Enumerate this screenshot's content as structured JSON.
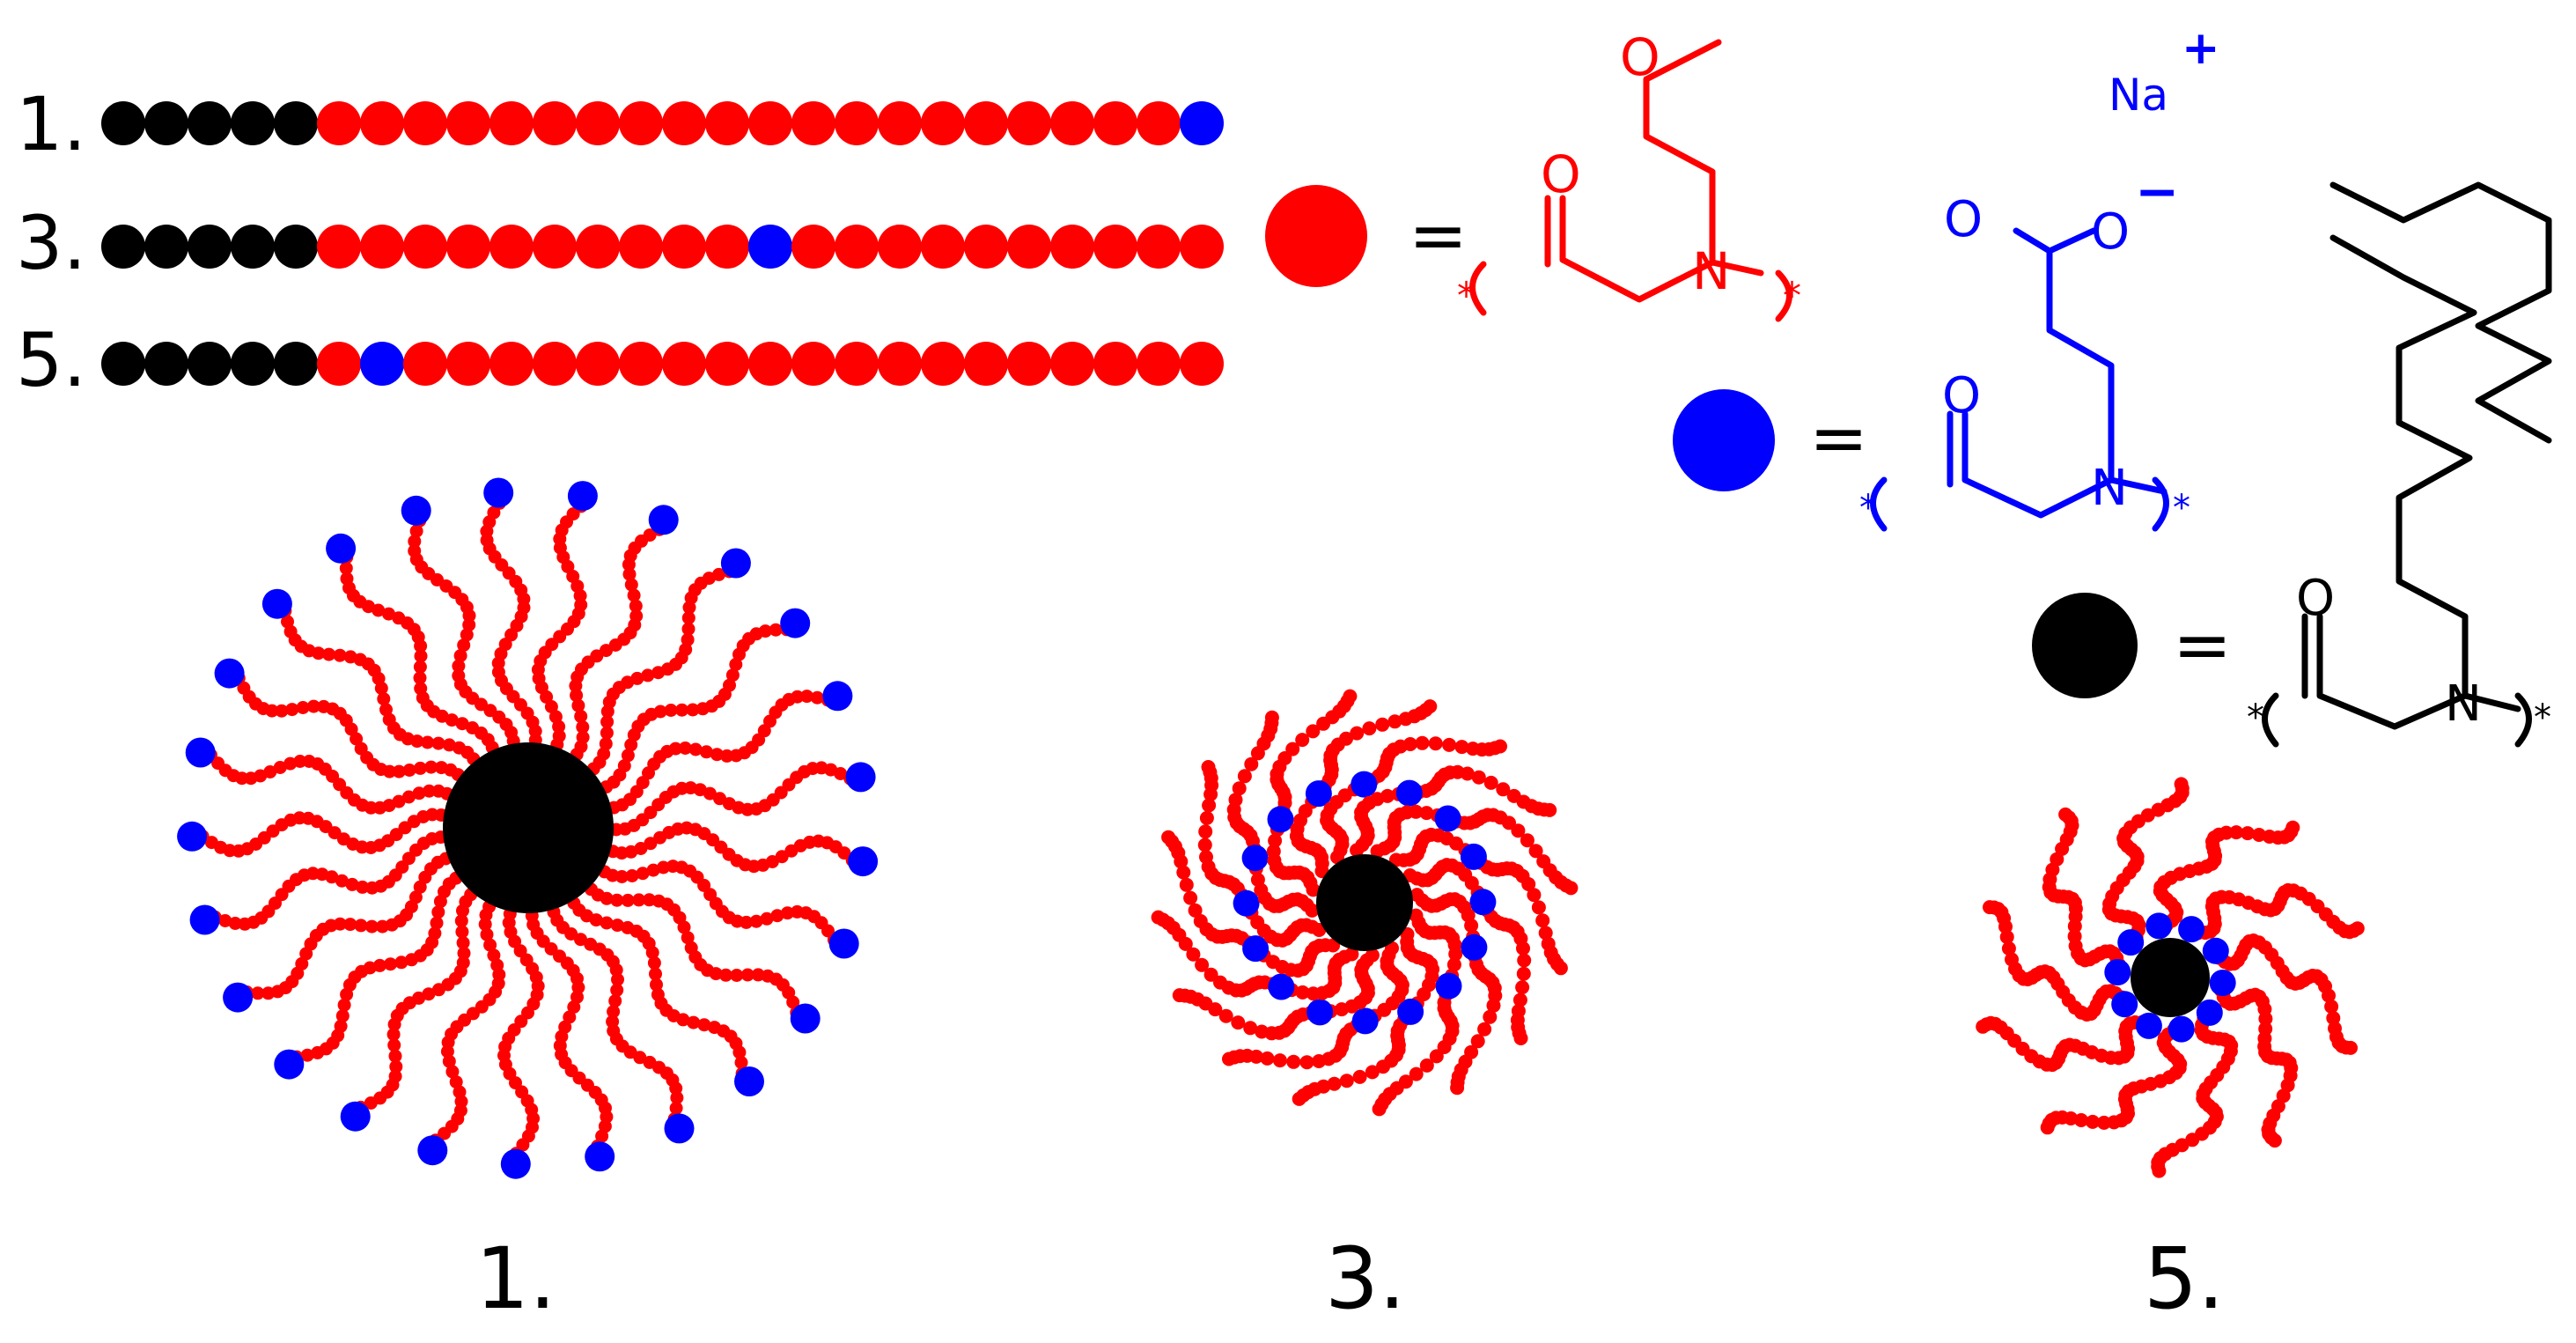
{
  "colors": {
    "hydrophilic": "#ff0000",
    "charged": "#0000ff",
    "hydrophobic": "#000000"
  },
  "chains": [
    {
      "label": "1.",
      "black_count": 5,
      "red_count": 20,
      "blue_after": 20
    },
    {
      "label": "3.",
      "black_count": 5,
      "red_count": 20,
      "blue_after": 10
    },
    {
      "label": "5.",
      "black_count": 5,
      "red_count": 20,
      "blue_after": 1
    }
  ],
  "legend": {
    "equals": "=",
    "sodium": "Na",
    "plus": "+",
    "minus": "−",
    "oxygen": "O",
    "nitrogen": "N",
    "star": "*"
  },
  "micelles": [
    {
      "label": "1.",
      "arms": 25,
      "blue_position": "end"
    },
    {
      "label": "3.",
      "arms": 16,
      "blue_position": "middle"
    },
    {
      "label": "5.",
      "arms": 10,
      "blue_position": "core"
    }
  ]
}
